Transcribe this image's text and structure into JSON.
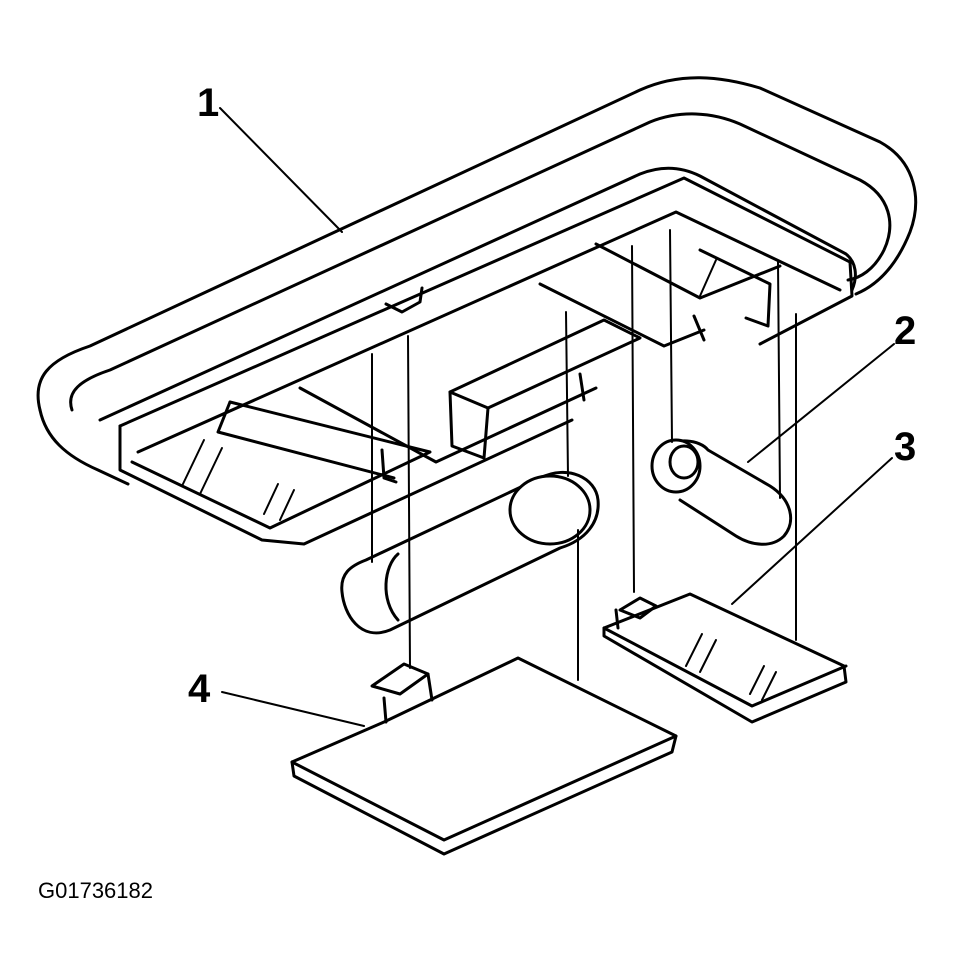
{
  "callouts": {
    "c1": "1",
    "c2": "2",
    "c3": "3",
    "c4": "4"
  },
  "figure_id": "G01736182",
  "colors": {
    "line": "#000000",
    "background": "#ffffff"
  }
}
